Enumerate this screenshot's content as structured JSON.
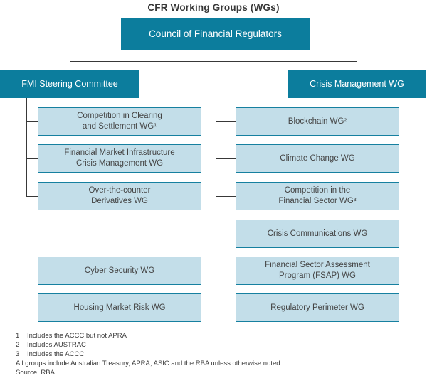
{
  "title": "CFR Working Groups (WGs)",
  "colors": {
    "dark_teal": "#0c7d9d",
    "light_box_fill": "#c3dee9",
    "light_box_border": "#1680a0",
    "connector_line": "#383838"
  },
  "nodes": {
    "council": "Council of Financial Regulators",
    "fmi": "FMI Steering Committee",
    "crisis": "Crisis Management WG"
  },
  "left_wgs": [
    {
      "lines": [
        "Competition in Clearing",
        "and Settlement WG¹"
      ]
    },
    {
      "lines": [
        "Financial Market Infrastructure",
        "Crisis Management WG"
      ]
    },
    {
      "lines": [
        "Over-the-counter",
        "Derivatives WG"
      ]
    },
    {
      "lines": [
        "Cyber Security WG"
      ]
    },
    {
      "lines": [
        "Housing Market Risk WG"
      ]
    }
  ],
  "right_wgs": [
    {
      "lines": [
        "Blockchain WG²"
      ]
    },
    {
      "lines": [
        "Climate Change WG"
      ]
    },
    {
      "lines": [
        "Competition in the",
        "Financial Sector WG³"
      ]
    },
    {
      "lines": [
        "Crisis Communications WG"
      ]
    },
    {
      "lines": [
        "Financial Sector Assessment",
        "Program (FSAP) WG"
      ]
    },
    {
      "lines": [
        "Regulatory Perimeter WG"
      ]
    }
  ],
  "footnotes": [
    {
      "num": "1",
      "text": "Includes the ACCC but not APRA"
    },
    {
      "num": "2",
      "text": "Includes AUSTRAC"
    },
    {
      "num": "3",
      "text": "Includes the ACCC"
    }
  ],
  "note": "All groups include Australian Treasury, APRA, ASIC and the RBA unless otherwise noted",
  "source": "Source: RBA"
}
